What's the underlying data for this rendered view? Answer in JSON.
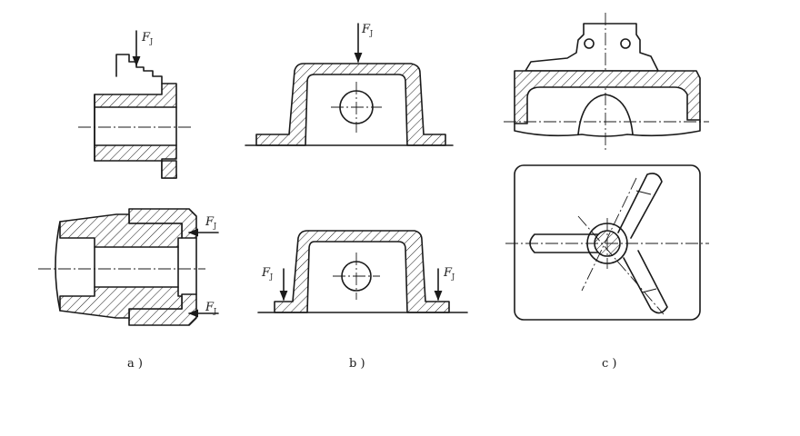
{
  "figure": {
    "force_symbol": "F",
    "force_subscript": "J",
    "panels": [
      {
        "id": "a",
        "label": "a )"
      },
      {
        "id": "b",
        "label": "b )"
      },
      {
        "id": "c",
        "label": "c )"
      }
    ]
  }
}
